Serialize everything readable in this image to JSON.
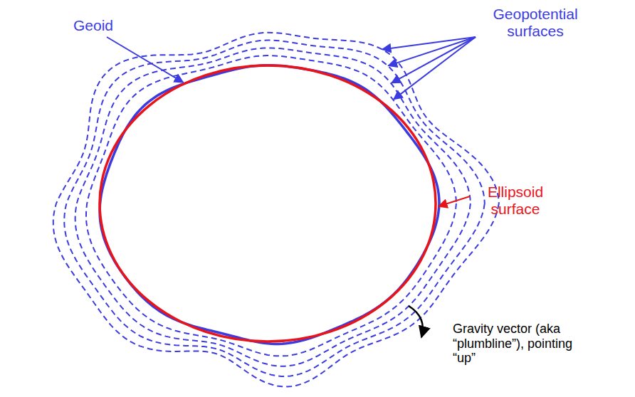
{
  "diagram": {
    "labels": [
      "Geoid",
      "Geopotential surfaces",
      "Ellipsoid surface",
      "Gravity vector (aka “plumbline”), pointing “up”"
    ]
  }
}
